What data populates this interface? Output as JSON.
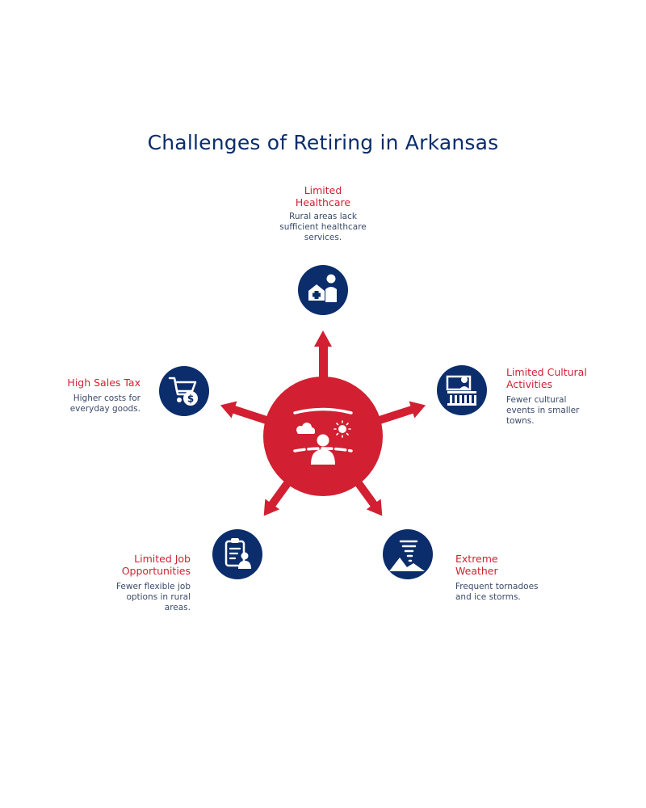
{
  "title": "Challenges of Retiring in Arkansas",
  "colors": {
    "accent": "#d21f32",
    "navy": "#0b2d6b"
  },
  "items": [
    {
      "heading": "Limited Healthcare",
      "description": "Rural areas lack sufficient healthcare services.",
      "icon": "hospital-person-icon"
    },
    {
      "heading": "Limited Cultural Activities",
      "description": "Fewer cultural events in smaller towns.",
      "icon": "museum-person-icon"
    },
    {
      "heading": "Extreme Weather",
      "description": "Frequent tornadoes and ice storms.",
      "icon": "tornado-icon"
    },
    {
      "heading": "Limited Job Opportunities",
      "description": "Fewer flexible job options in rural areas.",
      "icon": "clipboard-person-icon"
    },
    {
      "heading": "High Sales Tax",
      "description": "Higher costs for everyday goods.",
      "icon": "shopping-cart-dollar-icon"
    }
  ],
  "center_icon": "retiree-weather-icon"
}
